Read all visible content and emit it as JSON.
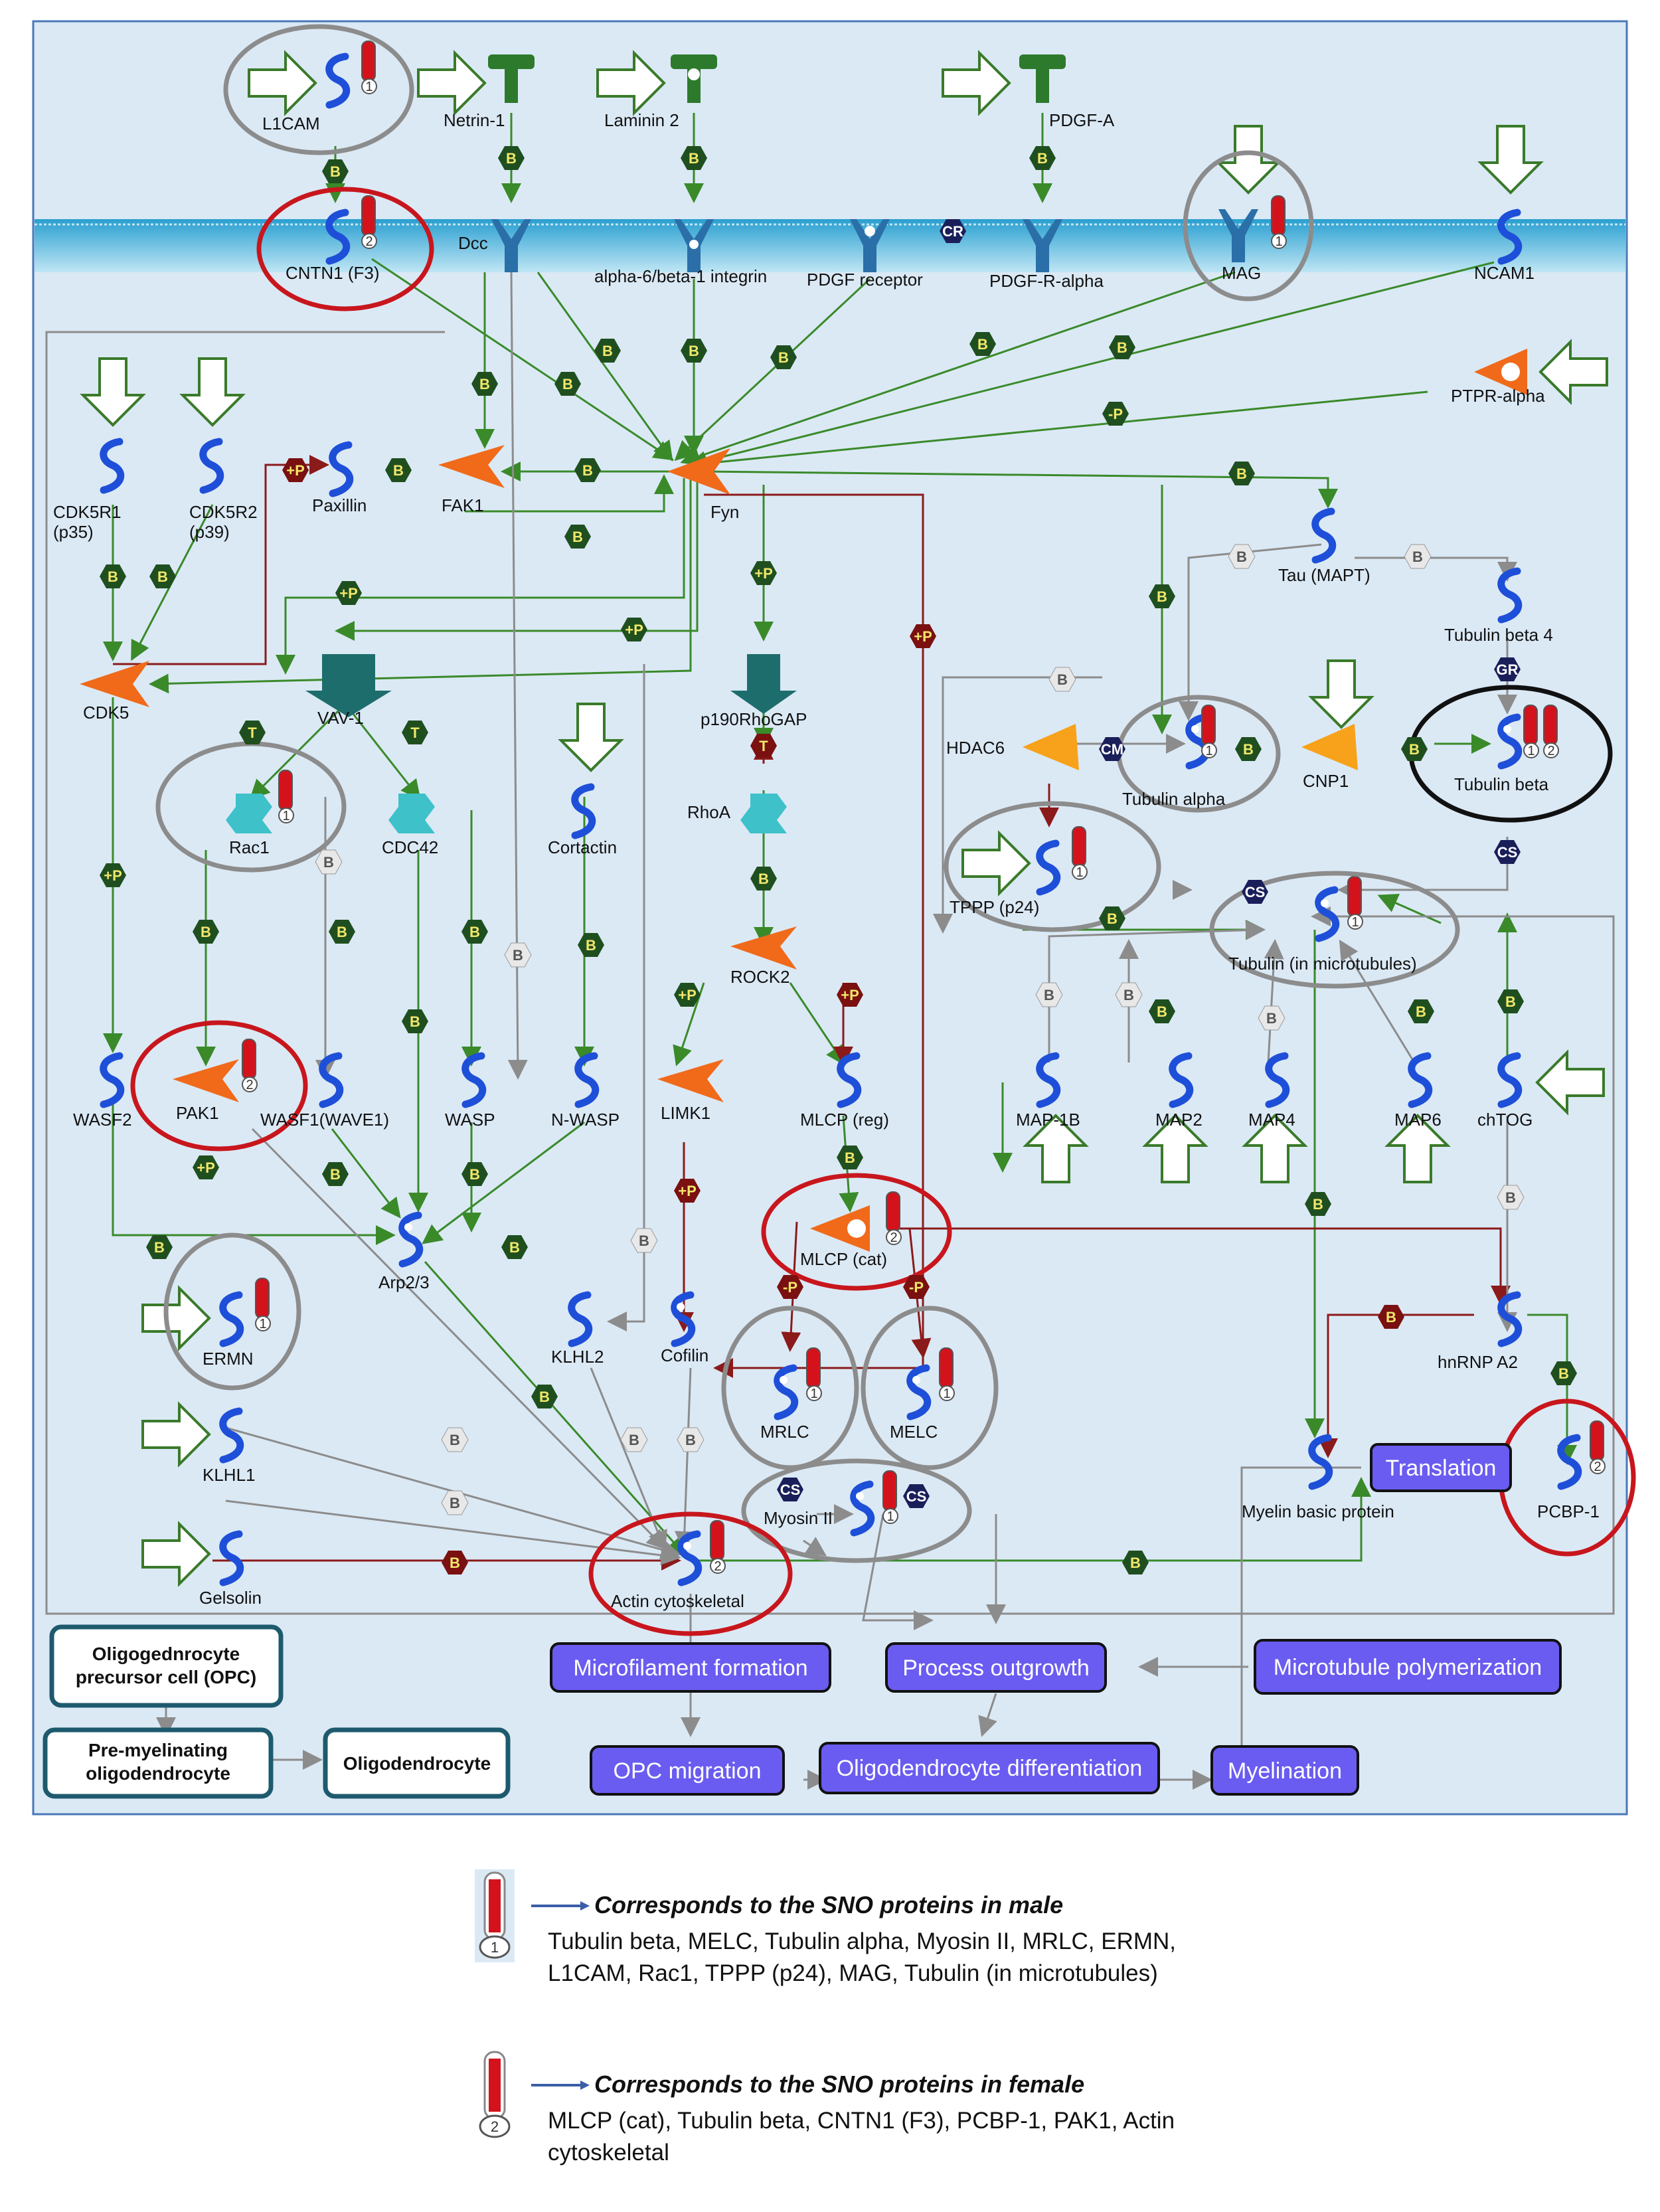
{
  "nodes": {
    "l1cam": "L1CAM",
    "netrin1": "Netrin-1",
    "laminin2": "Laminin 2",
    "pdgfa": "PDGF-A",
    "cntn1": "CNTN1 (F3)",
    "dcc": "Dcc",
    "integrin": "alpha-6/beta-1 integrin",
    "pdgf_receptor": "PDGF receptor",
    "pdgfr_alpha": "PDGF-R-alpha",
    "mag": "MAG",
    "ncam1": "NCAM1",
    "ptpr_alpha": "PTPR-alpha",
    "cdk5r1": "CDK5R1\n(p35)",
    "cdk5r2": "CDK5R2\n(p39)",
    "paxillin": "Paxillin",
    "fak1": "FAK1",
    "fyn": "Fyn",
    "tau": "Tau (MAPT)",
    "tubulin_beta4": "Tubulin beta 4",
    "cdk5": "CDK5",
    "vav1": "VAV-1",
    "p190": "p190RhoGAP",
    "hdac6": "HDAC6",
    "tubulin_alpha": "Tubulin alpha",
    "cnp1": "CNP1",
    "tubulin_beta": "Tubulin beta",
    "rac1": "Rac1",
    "cdc42": "CDC42",
    "cortactin": "Cortactin",
    "rhoa": "RhoA",
    "tppp": "TPPP (p24)",
    "tubulin_mt": "Tubulin (in microtubules)",
    "rock2": "ROCK2",
    "wasf2": "WASF2",
    "pak1": "PAK1",
    "wasf1": "WASF1(WAVE1)",
    "wasp": "WASP",
    "nwasp": "N-WASP",
    "limk1": "LIMK1",
    "mlcp_reg": "MLCP (reg)",
    "map1b": "MAP-1B",
    "map2": "MAP2",
    "map4": "MAP4",
    "map6": "MAP6",
    "chtog": "chTOG",
    "arp23": "Arp2/3",
    "mlcp_cat": "MLCP (cat)",
    "ermn": "ERMN",
    "klhl2": "KLHL2",
    "cofilin": "Cofilin",
    "mrlc": "MRLC",
    "melc": "MELC",
    "hnrnp": "hnRNP A2",
    "klhl1": "KLHL1",
    "myosin2": "Myosin II",
    "mbp": "Myelin basic protein",
    "pcbp1": "PCBP-1",
    "gelsolin": "Gelsolin",
    "actin": "Actin cytoskeletal"
  },
  "processes": {
    "translation": "Translation",
    "microfilament": "Microfilament formation",
    "outgrowth": "Process outgrowth",
    "mt_polymerization": "Microtubule polymerization",
    "opc_migration": "OPC migration",
    "olig_diff": "Oligodendrocyte differentiation",
    "myelination": "Myelination"
  },
  "cell_stages": {
    "opc": "Oligogednrocyte\nprecursor cell (OPC)",
    "premyelinating": "Pre-myelinating\noligodendrocyte",
    "oligodendrocyte": "Oligodendrocyte"
  },
  "badges": {
    "binding": "B",
    "transformation": "T",
    "phosphorylation": "+P",
    "dephosphorylation": "-P",
    "complex": "CM",
    "cs": "CS",
    "cr": "CR",
    "gr": "GR"
  },
  "marker_numbers": {
    "male": "1",
    "female": "2"
  },
  "legend": {
    "male_title": "Corresponds to the SNO proteins in male",
    "male_list": "Tubulin beta, MELC, Tubulin alpha, Myosin II, MRLC, ERMN, L1CAM, Rac1, TPPP (p24), MAG, Tubulin (in microtubules)",
    "female_title": "Corresponds to the SNO proteins in female",
    "female_list": "MLCP (cat), Tubulin beta, CNTN1 (F3), PCBP-1, PAK1, Actin cytoskeletal"
  },
  "colors": {
    "background": "#dbe9f5",
    "membrane": "#6fc3df",
    "green_edge": "#3a8a2a",
    "red_edge": "#8b1a1a",
    "gray_edge": "#8c8c8c",
    "protein_blue": "#1e4fd8",
    "kinase_orange": "#f06a1a",
    "process_violet": "#6a5cf0",
    "male_circle": "#8c8c8c",
    "female_circle": "#c8161d",
    "marker_red": "#d4121c"
  }
}
